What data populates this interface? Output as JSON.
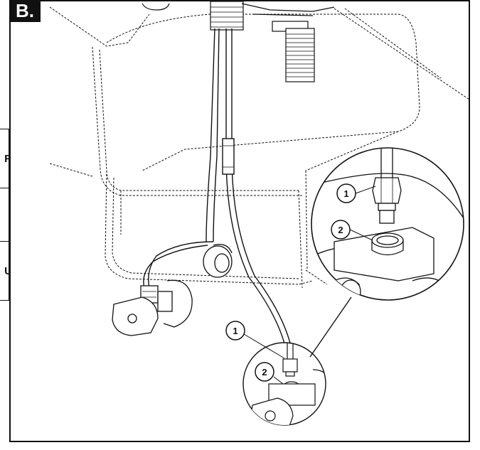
{
  "figure": {
    "step_label": "B.",
    "side_tabs": [
      "R",
      "",
      "U"
    ],
    "callouts": [
      {
        "id": "callout-1-detail",
        "label": "1"
      },
      {
        "id": "callout-2-detail",
        "label": "2"
      },
      {
        "id": "callout-1-lower",
        "label": "1"
      },
      {
        "id": "callout-2-lower",
        "label": "2"
      }
    ]
  }
}
